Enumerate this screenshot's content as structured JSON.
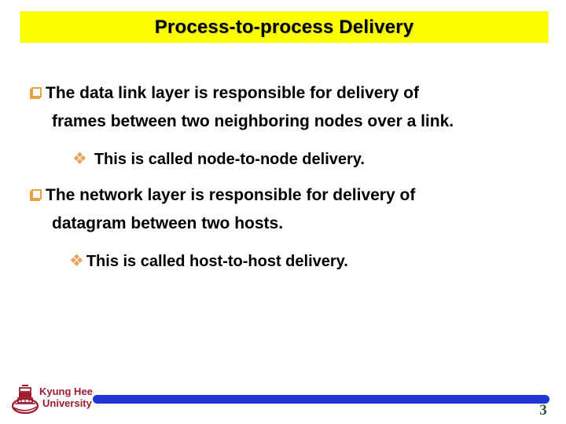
{
  "slide_title": "Process-to-process Delivery",
  "content": {
    "bullet1": {
      "line1": "The data link layer is responsible for delivery of",
      "line2": "frames between two neighboring nodes over a link."
    },
    "sub1": {
      "text": "This is called node-to-node delivery."
    },
    "bullet2": {
      "line1": "The network layer is responsible for delivery of",
      "line2": "datagram between two hosts."
    },
    "sub2": {
      "text": "This is called host-to-host delivery."
    }
  },
  "icons": {
    "square_bullet": "lower-left-shadowed-white-square",
    "diamond_bullet_char": "❖",
    "university_logo": "kyung-hee-crest"
  },
  "footer": {
    "university_line1": "Kyung Hee",
    "university_line2": "University",
    "page_number": "3"
  },
  "colors": {
    "banner_bg": "#fdff01",
    "bullet_orange": "#e7a33d",
    "bar_blue": "#1d35d2",
    "logo_maroon": "#9b1c2e",
    "page_number_green": "#2d572d"
  }
}
